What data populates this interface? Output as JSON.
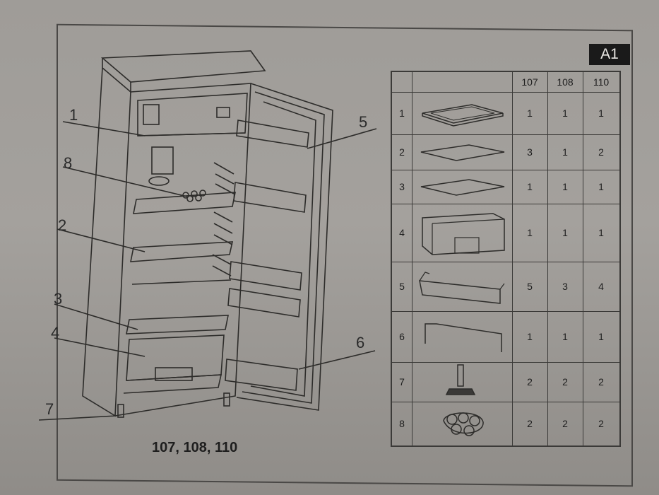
{
  "badge": "A1",
  "models_caption": "107, 108, 110",
  "callouts": [
    "1",
    "8",
    "2",
    "3",
    "4",
    "7",
    "5",
    "6"
  ],
  "table": {
    "columns": [
      "107",
      "108",
      "110"
    ],
    "rows": [
      {
        "num": "1",
        "part_icon": "crisper-cover-icon",
        "qty": [
          "1",
          "1",
          "1"
        ]
      },
      {
        "num": "2",
        "part_icon": "glass-shelf-icon",
        "qty": [
          "3",
          "1",
          "2"
        ]
      },
      {
        "num": "3",
        "part_icon": "glass-shelf-icon",
        "qty": [
          "1",
          "1",
          "1"
        ]
      },
      {
        "num": "4",
        "part_icon": "crisper-drawer-icon",
        "qty": [
          "1",
          "1",
          "1"
        ]
      },
      {
        "num": "5",
        "part_icon": "door-balcony-icon",
        "qty": [
          "5",
          "3",
          "4"
        ]
      },
      {
        "num": "6",
        "part_icon": "bottle-guard-wire-icon",
        "qty": [
          "1",
          "1",
          "1"
        ]
      },
      {
        "num": "7",
        "part_icon": "adjustable-foot-icon",
        "qty": [
          "2",
          "2",
          "2"
        ]
      },
      {
        "num": "8",
        "part_icon": "egg-tray-icon",
        "qty": [
          "2",
          "2",
          "2"
        ]
      }
    ]
  },
  "colors": {
    "ink": "#2a2a2a",
    "paper": "#a19e9a",
    "badge_bg": "#1a1a1a"
  }
}
